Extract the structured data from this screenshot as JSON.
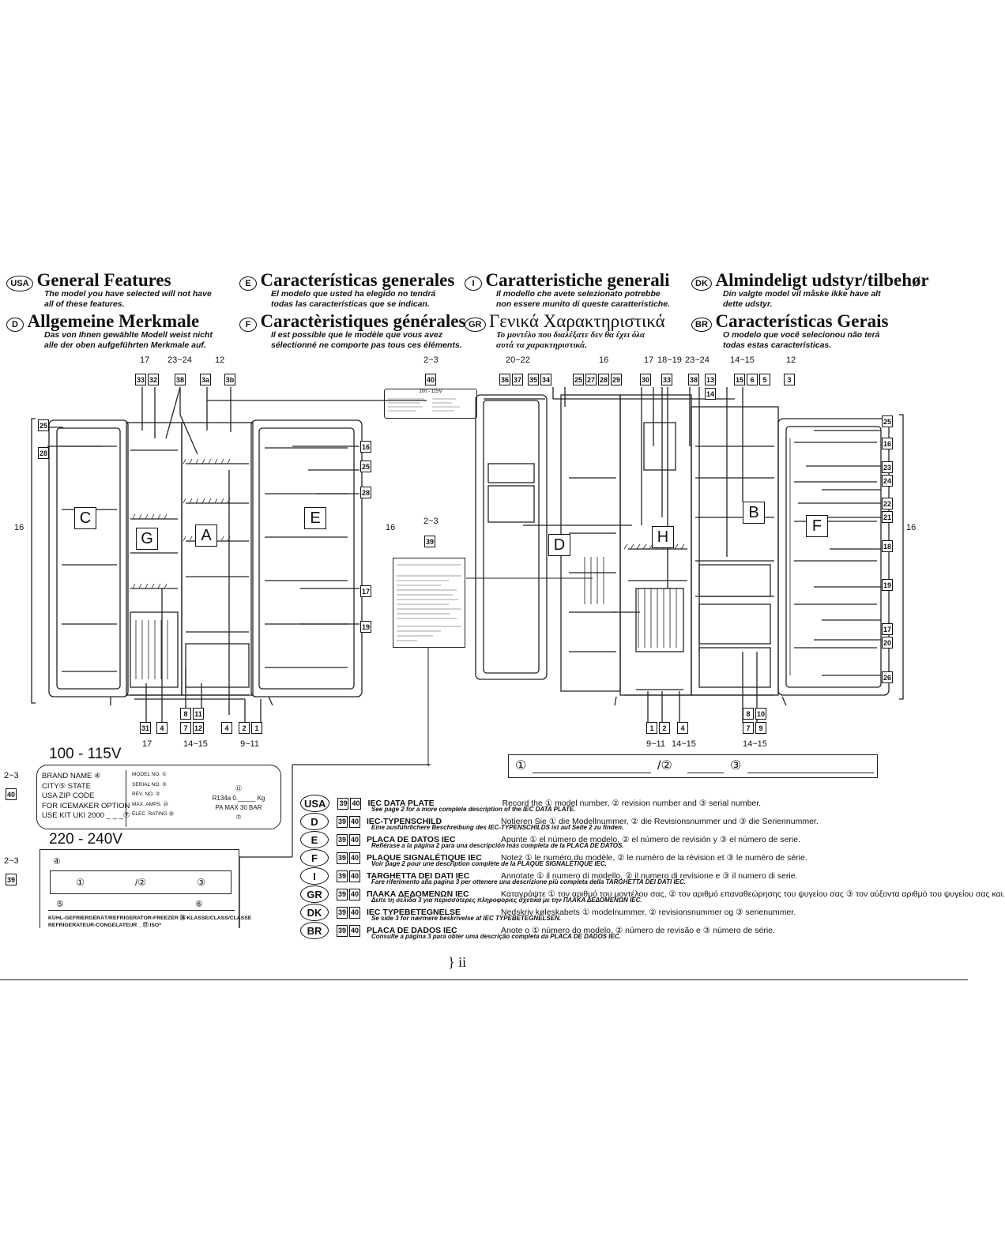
{
  "headings": [
    {
      "badge": "USA",
      "title": "General Features",
      "sub": [
        "The model you have selected will not have",
        "all of these features."
      ]
    },
    {
      "badge": "D",
      "title": "Allgemeine Merkmale",
      "sub": [
        "Das von Ihnen gewählte Modell weist nicht",
        "alle der oben aufgeführten Merkmale auf."
      ]
    },
    {
      "badge": "E",
      "title": "Características generales",
      "sub": [
        "El modelo que usted ha elegido no tendrá",
        "todas las características que se indican."
      ]
    },
    {
      "badge": "F",
      "title": "Caractèristiques générales",
      "sub": [
        "Il est possible que le modèle que vous avez",
        "sélectionné ne comporte pas tous ces éléments."
      ]
    },
    {
      "badge": "I",
      "title": "Caratteristiche generali",
      "sub": [
        "Il modello che avete selezionato potrebbe",
        "non essere munito di queste caratteristiche."
      ]
    },
    {
      "badge": "GR",
      "title": "Γενικά Χαρακτηριστικά",
      "sub": [
        "Το μοντέλο που διαλέξατε δεν θα έχει όλα",
        "αυτά τα χαρακτηριστικά."
      ]
    },
    {
      "badge": "DK",
      "title": "Almindeligt udstyr/tilbehør",
      "sub": [
        "Din valgte model vil måske ikke have alt",
        "dette udstyr."
      ]
    },
    {
      "badge": "BR",
      "title": "Características Gerais",
      "sub": [
        "O modelo que você selecionou não terá",
        "todas estas características."
      ]
    }
  ],
  "left_diagram": {
    "top_ranges": [
      "17",
      "23~24",
      "12"
    ],
    "top_boxes": [
      "33",
      "32",
      "38",
      "3a",
      "3b"
    ],
    "side_boxes_left": [
      "25",
      "28"
    ],
    "side_boxes_right": [
      "16",
      "25",
      "28",
      "17",
      "19"
    ],
    "bottom_boxes": [
      "31",
      "4",
      "8",
      "11",
      "7",
      "12",
      "4",
      "2",
      "1"
    ],
    "bottom_ranges": [
      "17",
      "14~15",
      "9~11"
    ],
    "letters": [
      "C",
      "G",
      "A",
      "E"
    ],
    "side_num": "16"
  },
  "center_label": {
    "range_top": "2~3",
    "box_top": "40",
    "voltage": "100 - 115V",
    "range_mid": "2~3",
    "box_mid": "39",
    "side_num": "16"
  },
  "right_diagram": {
    "top_ranges": [
      "20~22",
      "16",
      "17",
      "18~19",
      "23~24",
      "14~15",
      "12"
    ],
    "top_boxes": [
      "36",
      "37",
      "35",
      "34",
      "25",
      "27",
      "28",
      "29",
      "30",
      "33",
      "38",
      "13",
      "14",
      "15",
      "6",
      "5",
      "3"
    ],
    "side_boxes_right": [
      "25",
      "16",
      "23",
      "24",
      "22",
      "21",
      "18",
      "19",
      "17",
      "20",
      "26"
    ],
    "bottom_boxes": [
      "1",
      "2",
      "4",
      "8",
      "10",
      "7",
      "9"
    ],
    "bottom_ranges": [
      "9~11",
      "14~15",
      "14~15"
    ],
    "letters": [
      "D",
      "H",
      "B",
      "F"
    ],
    "side_num": "16"
  },
  "plate_100": {
    "voltage": "100 - 115V",
    "range": "2~3",
    "box": "40",
    "left_lines": [
      "BRAND NAME ④",
      "CITY⑤        STATE",
      "USA  ZIP CODE",
      "FOR ICEMAKER OPTION",
      "USE KIT UKI 2000 _ _ _⑦"
    ],
    "mid_lines": [
      "MODEL NO.  ①",
      "SERIAL NO.  ③",
      "REV. NO.  ②",
      "MAX. AMPS.  ㉔",
      "ELEC. RATING  ㉖"
    ],
    "right_lines": [
      "⑫",
      "R134a 0._____ Kg",
      "PA MAX 30 BAR",
      "⑦"
    ]
  },
  "plate_220": {
    "voltage": "220 - 240V",
    "range": "2~3",
    "box": "39",
    "line_top": "④",
    "line_mid": [
      "①",
      "/②",
      "③"
    ],
    "line_circles": [
      "⑤",
      "⑥"
    ],
    "footer1": "KÜHL-GEFRIERGERÄT/REFRIGERATOR-FREEZER ㉞   KLASSE/CLASS/CLASSE",
    "footer2": "REFRIGERATEUR-CONGELATEUR  _          ⑰  ISO*"
  },
  "record_box": {
    "m1": "①",
    "m2": "/②",
    "m3": "③"
  },
  "rows": [
    {
      "badge": "USA",
      "label": "IEC DATA PLATE",
      "text": "Record the ① model number, ② revision number and ③ serial number.",
      "note": "See page 2 for a more complete description of the IEC DATA PLATE."
    },
    {
      "badge": "D",
      "label": "IEC-TYPENSCHILD",
      "text": "Notieren Sie ① die Modellnummer, ② die Revisionsnummer und ③ die Seriennummer.",
      "note": "Eine ausführlichere Beschreibung des IEC-TYPENSCHILDS ist auf Seite 2 zu finden."
    },
    {
      "badge": "E",
      "label": "PLACA DE DATOS IEC",
      "text": "Apunte ① el número de modelo, ② el número de revisión y ③ el número de serie.",
      "note": "Refiérase a la página 2 para una descripción más completa de la PLACA DE DATOS."
    },
    {
      "badge": "F",
      "label": "PLAQUE SIGNALÉTIQUE IEC",
      "text": "Notez ① le numéro du modèle, ② le numéro de la révision et ③ le numéro de série.",
      "note": "Voir page 2 pour une description complète de la PLAQUE SIGNALÉTIQUE IEC."
    },
    {
      "badge": "I",
      "label": "TARGHETTA DEI DATI IEC",
      "text": "Annotate ① il numero di modello, ② il numero di revisione e ③ il numero di serie.",
      "note": "Fare riferimento alla pagina 3 per ottenere una descrizione più completa della TARGHETTA DEI DATI IEC."
    },
    {
      "badge": "GR",
      "label": "ΠΛΑΚΑ ΔΕΔΟΜΕΝΩΝ IEC",
      "text": "Καταγράψτε ① τον αριθμό του μοντέλου σας, ② τον αριθμό επαναθεώρησης του ψυγείου σας ③ τον αύξοντα αριθμό του ψυγείου σας και.",
      "note": "Δείτε τη σελίδα 3 για περισσότερες πληροφορίες σχετικά με την ΠΛΑΚΑ ΔΕΔΟΜΕΝΩΝ IEC."
    },
    {
      "badge": "DK",
      "label": "IEC TYPEBETEGNELSE",
      "text": "Nedskriv køleskabets ① modelnummer, ② revisionsnummer og ③ serienummer.",
      "note": "Se side 3 for nærmere beskrivelse af IEC TYPEBETEGNELSEN."
    },
    {
      "badge": "BR",
      "label": "PLACA DE DADOS IEC",
      "text": "Anote o ① número do modelo, ② número de revisão e ③ número de série.",
      "note": "Consulte a página 3 para obter uma descrição completa da PLACA DE DADOS IEC."
    }
  ],
  "row_boxes": [
    "39",
    "40"
  ],
  "page_number": "} ii"
}
